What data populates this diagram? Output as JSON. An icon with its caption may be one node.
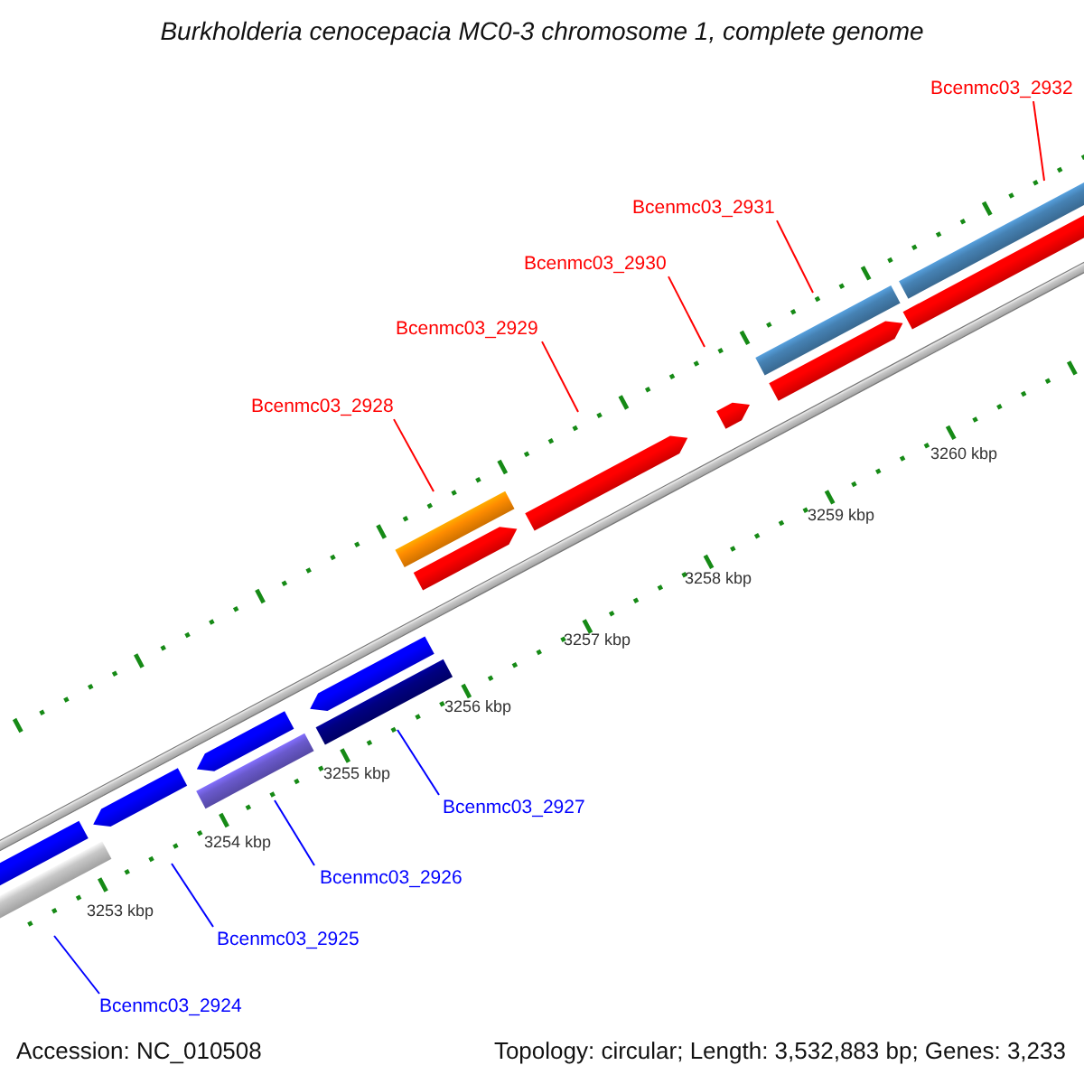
{
  "diagram": {
    "title": "Burkholderia cenocepacia MC0-3 chromosome 1, complete genome",
    "nodes": [
      {
        "text": [
          "Bcenmc03_2932"
        ]
      },
      {
        "text": [
          "Bcenmc03_2931"
        ]
      },
      {
        "text": [
          "Bcenmc03_2930"
        ]
      },
      {
        "text": [
          "Bcenmc03_2929"
        ]
      },
      {
        "text": [
          "Bcenmc03_2928"
        ]
      },
      {
        "text": [
          "Bcenmc03_2927"
        ]
      },
      {
        "text": [
          "Bcenmc03_2926"
        ]
      },
      {
        "text": [
          "Bcenmc03_2925"
        ]
      },
      {
        "text": [
          "Bcenmc03_2924"
        ]
      }
    ],
    "edges": [
      {
        "from": 0,
        "to": null,
        "arrow": "none"
      },
      {
        "from": 1,
        "to": null,
        "arrow": "none"
      },
      {
        "from": 2,
        "to": null,
        "arrow": "none"
      },
      {
        "from": 3,
        "to": null,
        "arrow": "none"
      },
      {
        "from": 4,
        "to": null,
        "arrow": "none"
      },
      {
        "from": 5,
        "to": null,
        "arrow": "none",
        "color": "#0000ff"
      },
      {
        "from": 6,
        "to": null,
        "arrow": "none",
        "color": "#0000ff"
      },
      {
        "from": 7,
        "to": null,
        "arrow": "none",
        "color": "#0000ff"
      },
      {
        "from": 8,
        "to": null,
        "arrow": "none",
        "color": "#0000ff"
      }
    ],
    "labels": [
      "3260 kbp",
      "3259 kbp",
      "3258 kbp",
      "3257 kbp",
      "3256 kbp",
      "3255 kbp",
      "3254 kbp",
      "3253 kbp",
      "Accession: NC_010508",
      "Topology: circular; Length: 3,532,883 bp; Genes: 3,233"
    ]
  }
}
